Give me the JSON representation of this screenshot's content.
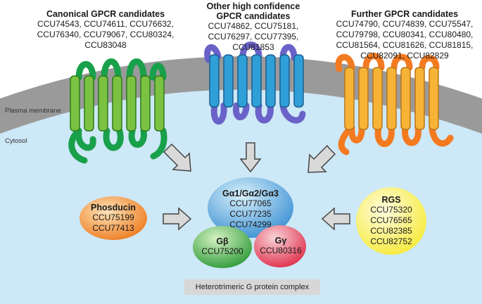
{
  "canonical": {
    "heading": "Canonical GPCR candidates",
    "ids": [
      "CCU74543, CCU74611, CCU76632,",
      "CCU76340, CCU79067, CCU80324,",
      "CCU83048"
    ]
  },
  "other": {
    "heading": [
      "Other high confidence",
      "GPCR candidates"
    ],
    "ids": [
      "CCU74862, CCU75181,",
      "CCU76297, CCU77395,",
      "CCU81853"
    ]
  },
  "further": {
    "heading": "Further GPCR candidates",
    "ids": [
      "CCU74790, CCU74839, CCU75547,",
      "CCU79798, CCU80341, CCU80480,",
      "CCU81564, CCU81626, CCU81815,",
      "CCU82091, CCU82829"
    ]
  },
  "labels": {
    "plasma_membrane": "Plasma membrane",
    "cytosol": "Cytosol"
  },
  "phosducin": {
    "title": "Phosducin",
    "ids": [
      "CCU75199",
      "CCU77413"
    ]
  },
  "galpha": {
    "title": "Gα1/Gα2/Gα3",
    "ids": [
      "CCU77065",
      "CCU77235",
      "CCU74299"
    ]
  },
  "gbeta": {
    "title": "Gβ",
    "id": "CCU75200"
  },
  "ggamma": {
    "title": "Gγ",
    "id": "CCU80316"
  },
  "rgs": {
    "title": "RGS",
    "ids": [
      "CCU75320",
      "CCU76565",
      "CCU82385",
      "CCU82752"
    ]
  },
  "caption": "Heterotrimeric G protein complex",
  "colors": {
    "cytosol": "#cde8f7",
    "membrane": "#9a9a9a",
    "green_receptor": "#7cc242",
    "green_loop": "#19a04a",
    "blue_receptor": "#2f9fd8",
    "blue_loop": "#6a62c8",
    "orange_receptor": "#f7b336",
    "orange_loop": "#f47a20",
    "arrow_fill": "#d9d9d9",
    "arrow_stroke": "#444444"
  }
}
